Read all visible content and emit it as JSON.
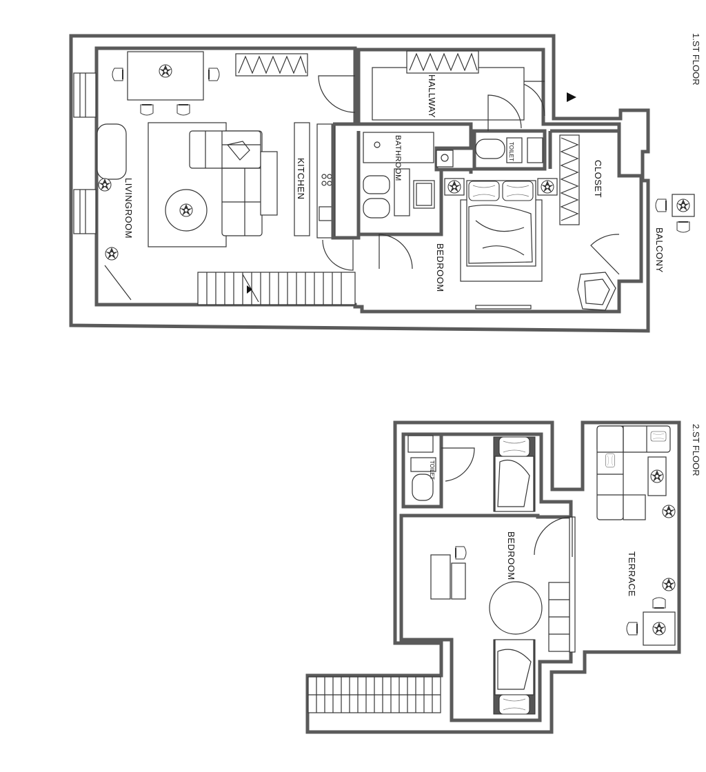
{
  "floors": [
    {
      "id": "floor1",
      "label": "1.ST FLOOR"
    },
    {
      "id": "floor2",
      "label": "2.ST FLOOR"
    }
  ],
  "rooms": {
    "livingroom": "LIVINGROOM",
    "kitchen": "KITCHEN",
    "hallway": "HALLWAY",
    "bathroom": "BATHROOM",
    "toilet1": "TOILET",
    "closet": "CLOSET",
    "balcony": "BALCONY",
    "bedroom1": "BEDROOM",
    "toilet2": "TOILET",
    "bedroom2": "BEDROOM",
    "terrace": "TERRACE"
  }
}
